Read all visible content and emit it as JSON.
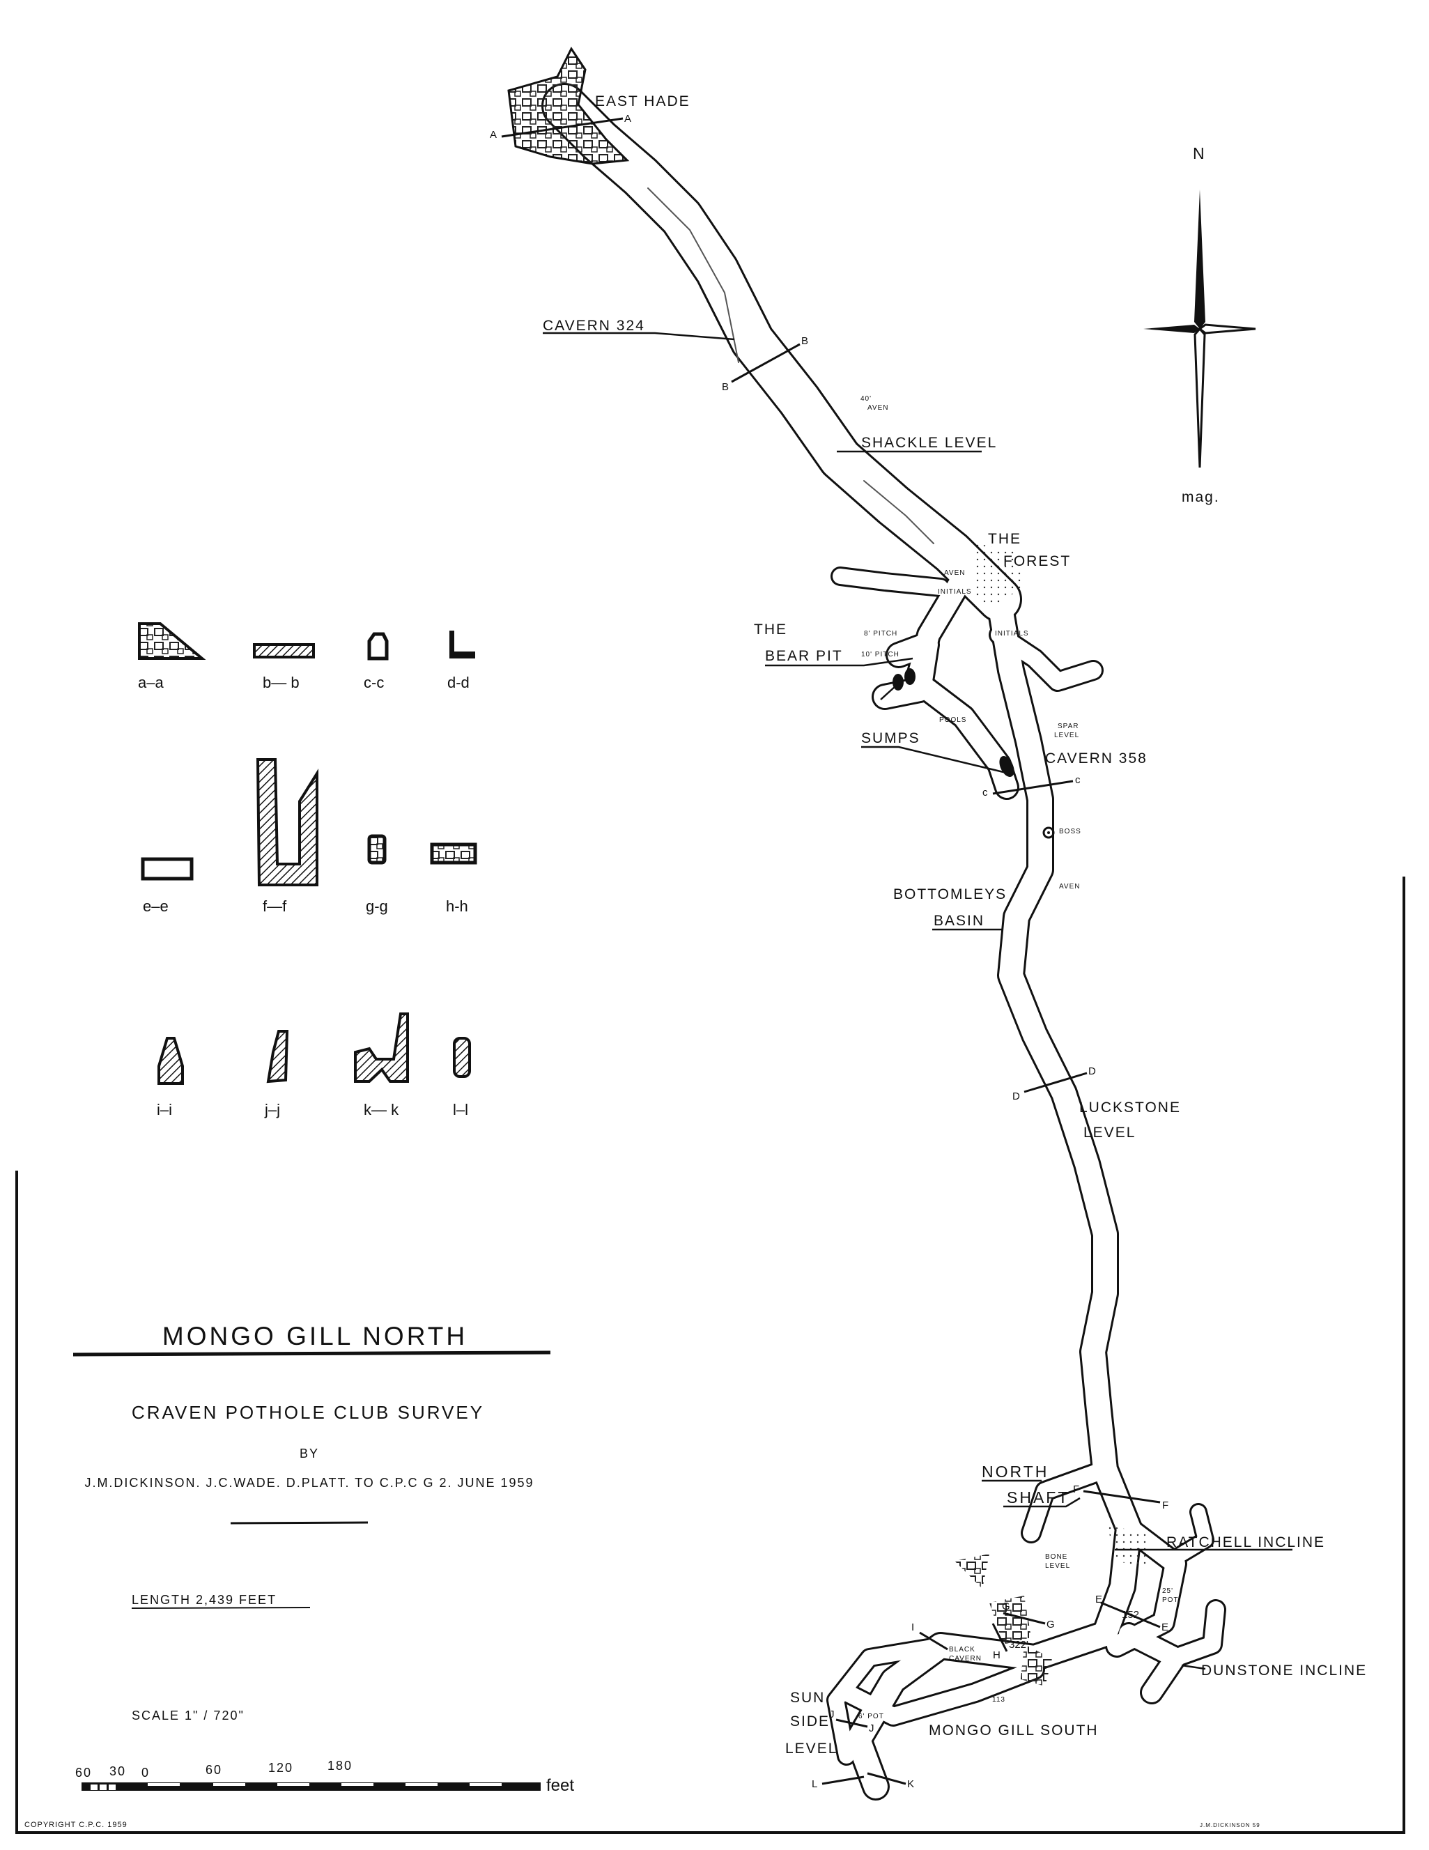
{
  "title": {
    "main": "MONGO GILL NORTH",
    "survey": "CRAVEN POTHOLE CLUB SURVEY",
    "by": "BY",
    "authors": "J.M.DICKINSON.  J.C.WADE.  D.PLATT.  TO  C.P.C G 2.  JUNE 1959",
    "length": "LENGTH    2,439  FEET",
    "scale": "SCALE   1\" / 720\""
  },
  "scale_bar": {
    "ticks": [
      "60",
      "30",
      "0",
      "60",
      "120",
      "180"
    ],
    "unit": "feet"
  },
  "compass": {
    "north": "N",
    "mag": "mag."
  },
  "copyright": "COPYRIGHT  C.P.C. 1959",
  "signature": "J.M.DICKINSON 59",
  "labels": {
    "east_hade": "EAST  HADE",
    "cavern_324": "CAVERN  324",
    "aven_40_a": "40'",
    "aven_40_b": "AVEN",
    "shackle_level": "SHACKLE  LEVEL",
    "the_forest_a": "THE",
    "the_forest_b": "FOREST",
    "aven": "AVEN",
    "initials": "INITIALS",
    "the_bear_pit_a": "THE",
    "the_bear_pit_b": "BEAR  PIT",
    "pitch_8": "8' PITCH",
    "pitch_10": "10' PITCH",
    "spar_level_a": "SPAR",
    "spar_level_b": "LEVEL",
    "pools": "POOLS",
    "sumps": "SUMPS",
    "cavern_358": "CAVERN  358",
    "boss": "BOSS",
    "aven_2": "AVEN",
    "bottomleys": "BOTTOMLEYS",
    "basin": "BASIN",
    "luckstone": "LUCKSTONE",
    "luckstone_level": "LEVEL",
    "north": "NORTH",
    "shaft": "SHAFT",
    "ratchell_incline": "RATCHELL  INCLINE",
    "bone_level_a": "BONE",
    "bone_level_b": "LEVEL",
    "pot_25_a": "25'",
    "pot_25_b": "POT",
    "n152": "152",
    "n322": "322'",
    "n113": "113",
    "black_cavern_a": "BLACK",
    "black_cavern_b": "CAVERN",
    "dunstone_incline": "DUNSTONE  INCLINE",
    "sun": "SUN",
    "side": "SIDE",
    "level": "LEVEL",
    "mongo_gill_south": "MONGO  GILL  SOUTH",
    "pot_6": "6' POT"
  },
  "section_letters": {
    "a": "A",
    "b": "B",
    "c": "c",
    "d": "D",
    "e": "E",
    "f": "F",
    "g": "G",
    "h": "H",
    "i": "I",
    "j": "J",
    "k": "K",
    "l": "L"
  },
  "cross_sections": [
    "a–a",
    "b— b",
    "c-c",
    "d-d",
    "e–e",
    "f—f",
    "g-g",
    "h-h",
    "i–i",
    "j–j",
    "k— k",
    "l–l"
  ]
}
